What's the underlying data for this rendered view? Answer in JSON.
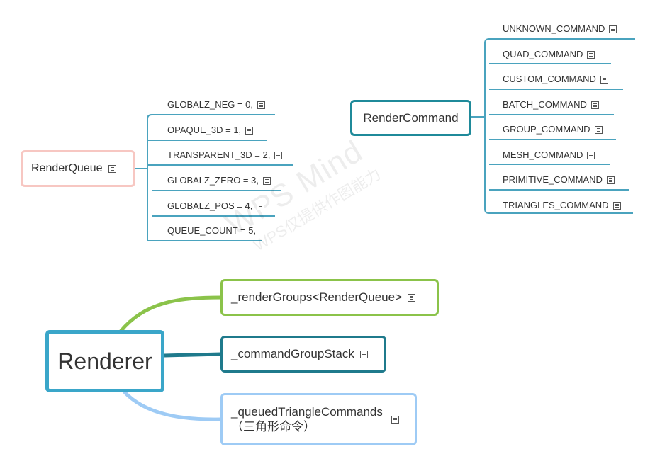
{
  "root": {
    "label": "Renderer"
  },
  "renderer_children": [
    {
      "label": "_renderGroups<RenderQueue>",
      "color": "#8bc34a"
    },
    {
      "label": "_commandGroupStack",
      "color": "#1f7a8c"
    },
    {
      "label": "_queuedTriangleCommands",
      "label2": "（三角形命令）",
      "color": "#9ecbf5"
    }
  ],
  "render_queue": {
    "label": "RenderQueue",
    "items": [
      "GLOBALZ_NEG = 0,",
      "OPAQUE_3D = 1,",
      "TRANSPARENT_3D = 2,",
      "GLOBALZ_ZERO = 3,",
      "GLOBALZ_POS = 4,",
      "QUEUE_COUNT = 5,"
    ]
  },
  "render_command": {
    "label": "RenderCommand",
    "items": [
      "UNKNOWN_COMMAND",
      "QUAD_COMMAND",
      "CUSTOM_COMMAND",
      "BATCH_COMMAND",
      "GROUP_COMMAND",
      "MESH_COMMAND",
      "PRIMITIVE_COMMAND",
      "TRIANGLES_COMMAND"
    ]
  },
  "watermark": {
    "line1": "WPS Mind",
    "line2": "WPS仅提供作图能力"
  },
  "colors": {
    "primary": "#3aa6c9",
    "queue_border": "#f7c7c2",
    "line_teal": "#4aa3be"
  }
}
